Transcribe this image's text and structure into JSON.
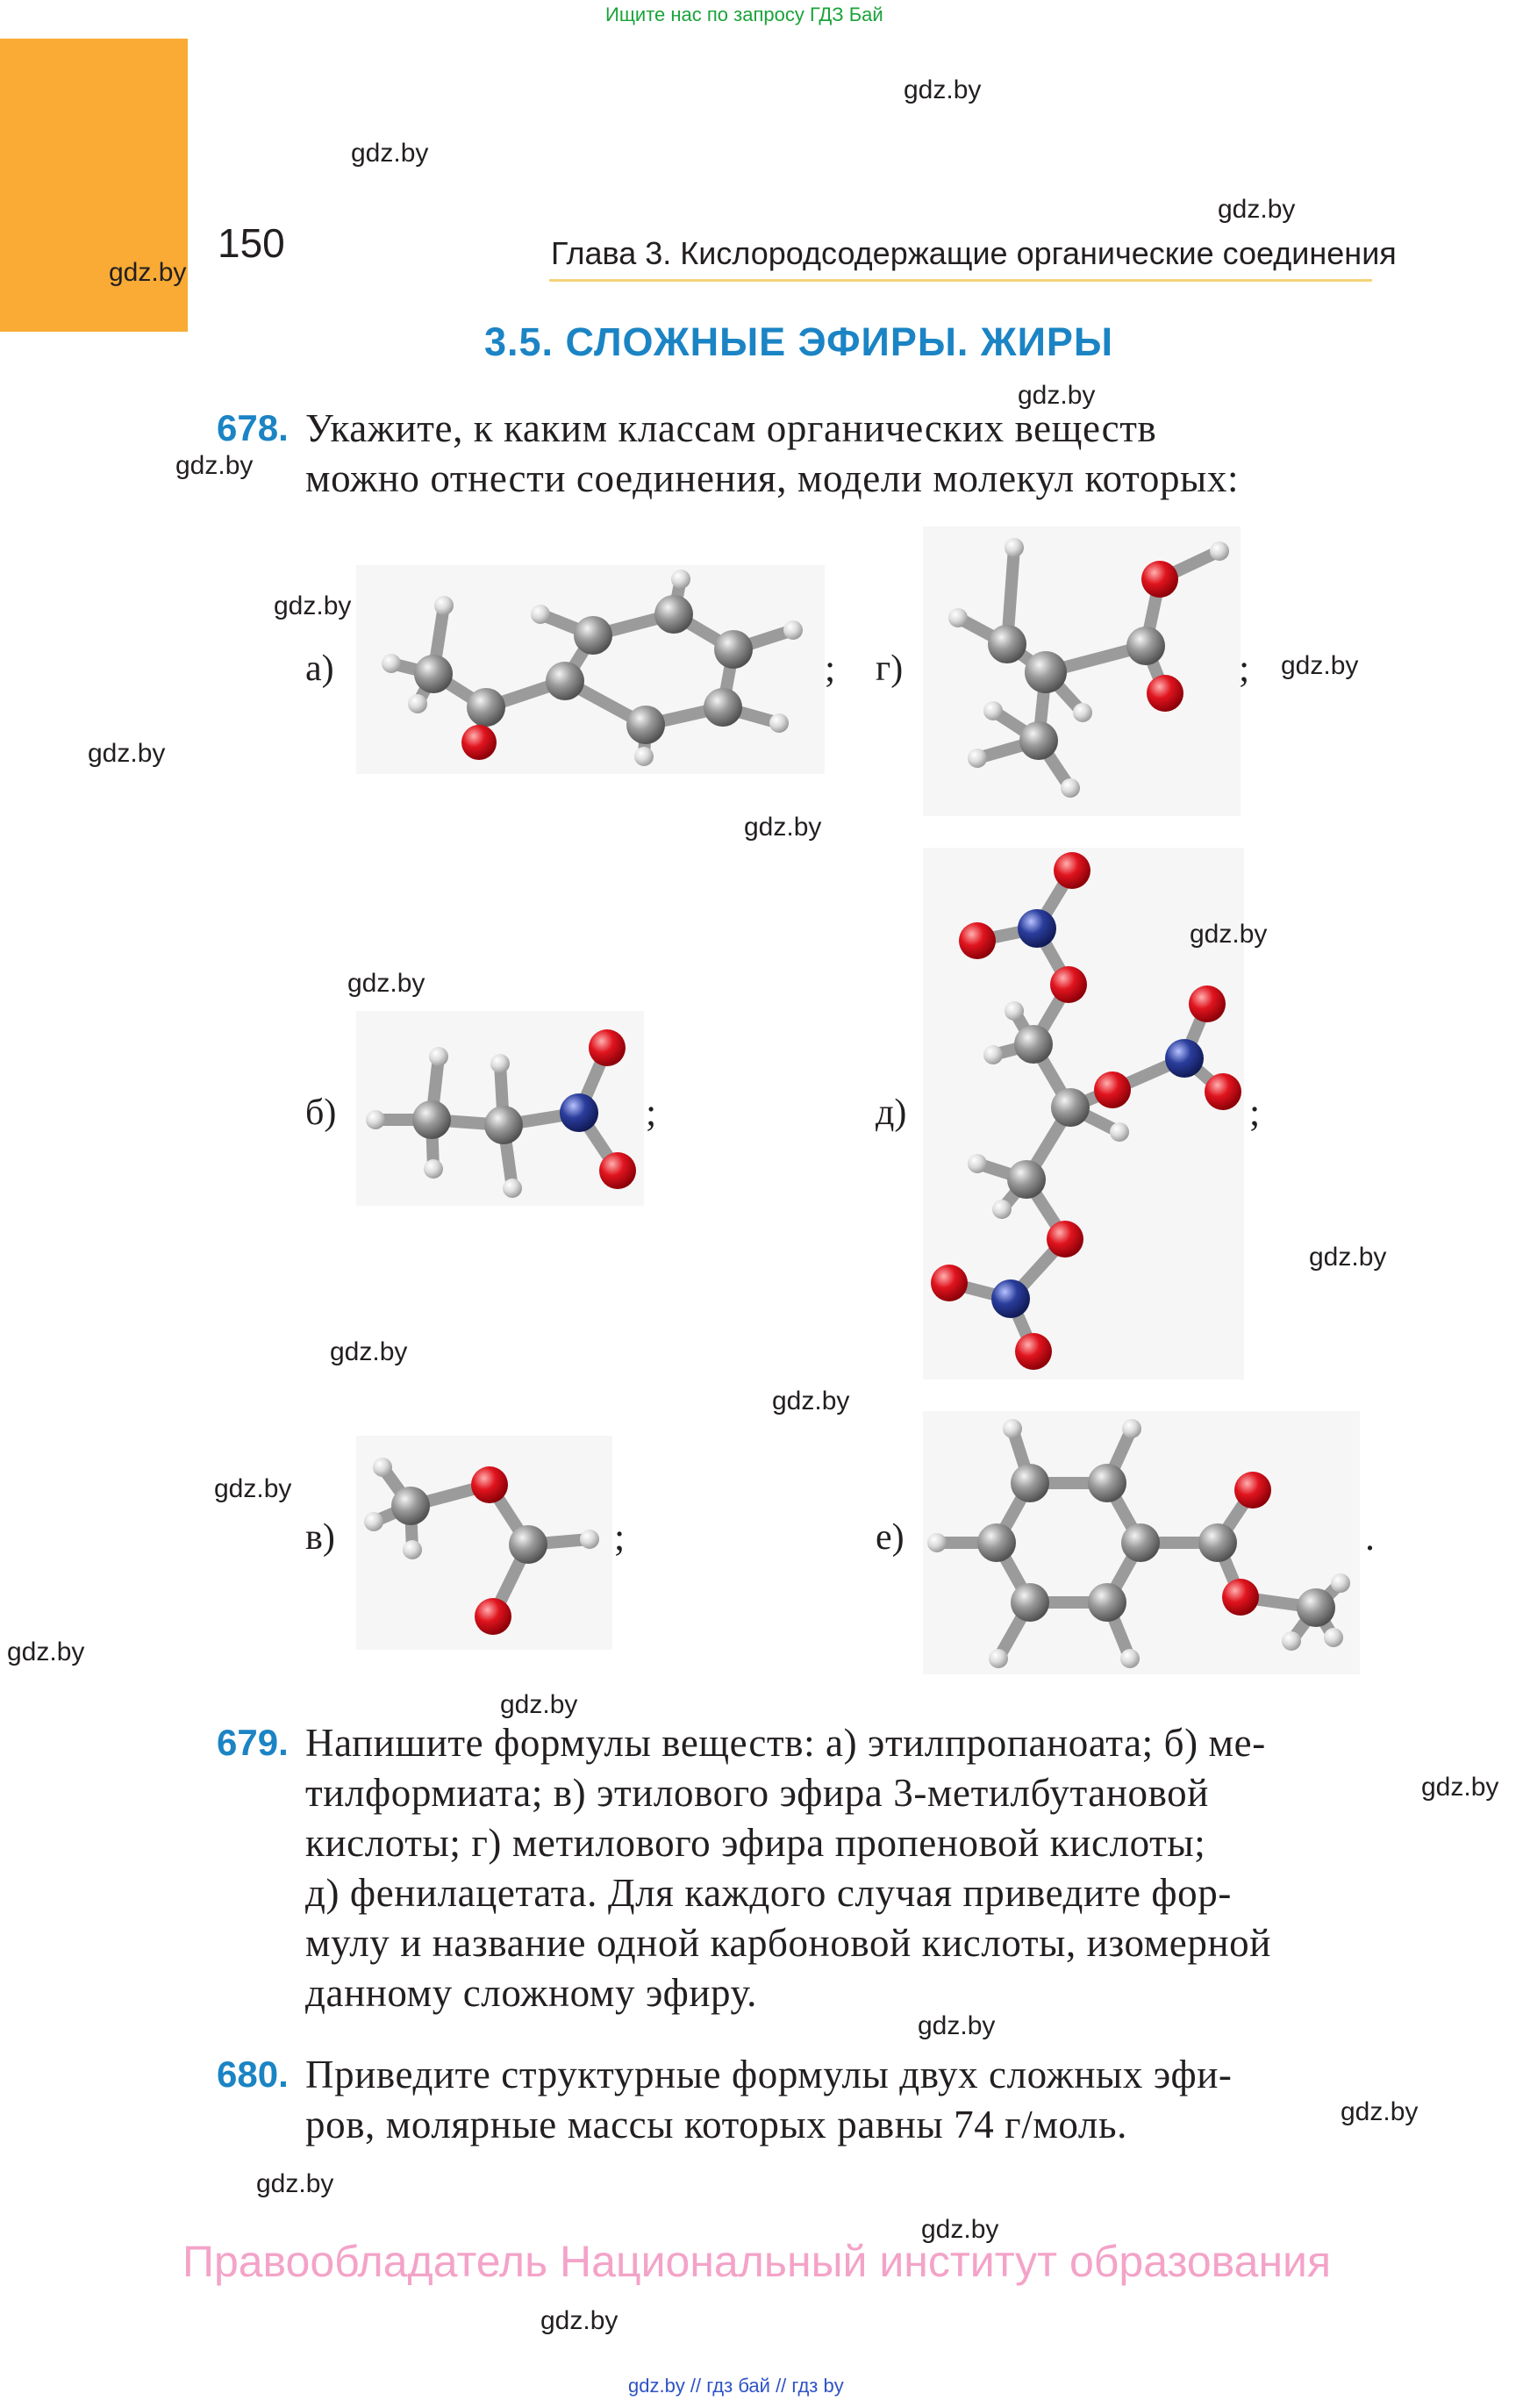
{
  "top_link": "Ищите нас по запросу ГДЗ Бай",
  "watermark": "gdz.by",
  "header": {
    "page_number": "150",
    "chapter_title": "Глава 3. Кислородсодержащие органические соединения"
  },
  "section_title": "3.5. СЛОЖНЫЕ ЭФИРЫ. ЖИРЫ",
  "tasks": [
    {
      "number": "678.",
      "lines": [
        "Укажите, к каким классам органических веществ",
        "можно отнести соединения, модели молекул которых:"
      ]
    },
    {
      "number": "679.",
      "lines": [
        "Напишите формулы веществ: а) этилпропаноата; б) ме-",
        "тилформиата; в) этилового эфира 3-метилбутановой",
        "кислоты; г) метилового эфира пропеновой кислоты;",
        "д) фенилацетата. Для каждого случая приведите фор-",
        "мулу и название одной карбоновой кислоты, изомерной",
        "данному сложному эфиру."
      ]
    },
    {
      "number": "680.",
      "lines": [
        "Приведите структурные формулы двух сложных эфи-",
        "ров, молярные массы которых равны 74 г/моль."
      ]
    }
  ],
  "molecules": [
    {
      "label": "а)",
      "punct": ";"
    },
    {
      "label": "б)",
      "punct": ";"
    },
    {
      "label": "в)",
      "punct": ";"
    },
    {
      "label": "г)",
      "punct": ";"
    },
    {
      "label": "д)",
      "punct": ";"
    },
    {
      "label": "е)",
      "punct": "."
    }
  ],
  "copyright": "Правообладатель Национальный институт образования",
  "footer": "gdz.by  //  гдз бай  //  гдз by",
  "colors": {
    "accent_blue": "#1b84c4",
    "orange_tab": "#f9ab35",
    "copyright_pink": "#f4a3c8",
    "carbon": "#8a8a8a",
    "hydrogen": "#e6e6e6",
    "oxygen": "#e0141e",
    "nitrogen": "#2a3d9c"
  }
}
